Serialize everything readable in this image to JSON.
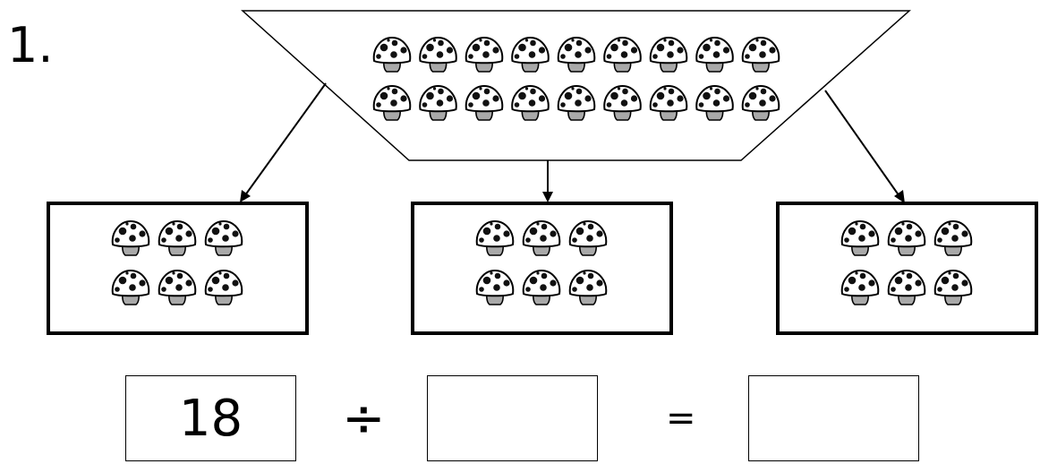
{
  "question": {
    "number_label": "1."
  },
  "source_group": {
    "item": "mushroom",
    "count": 18,
    "rows": 2,
    "per_row": 9
  },
  "groups": [
    {
      "item": "mushroom",
      "count": 6
    },
    {
      "item": "mushroom",
      "count": 6
    },
    {
      "item": "mushroom",
      "count": 6
    }
  ],
  "equation": {
    "dividend": "18",
    "operator": "÷",
    "divisor": "",
    "equals": "=",
    "quotient": ""
  },
  "icons": {
    "item_icon": "mushroom-icon"
  },
  "colors": {
    "stroke": "#000000",
    "cap": "#ffffff",
    "spots": "#111111",
    "stem": "#a9a9a9"
  }
}
